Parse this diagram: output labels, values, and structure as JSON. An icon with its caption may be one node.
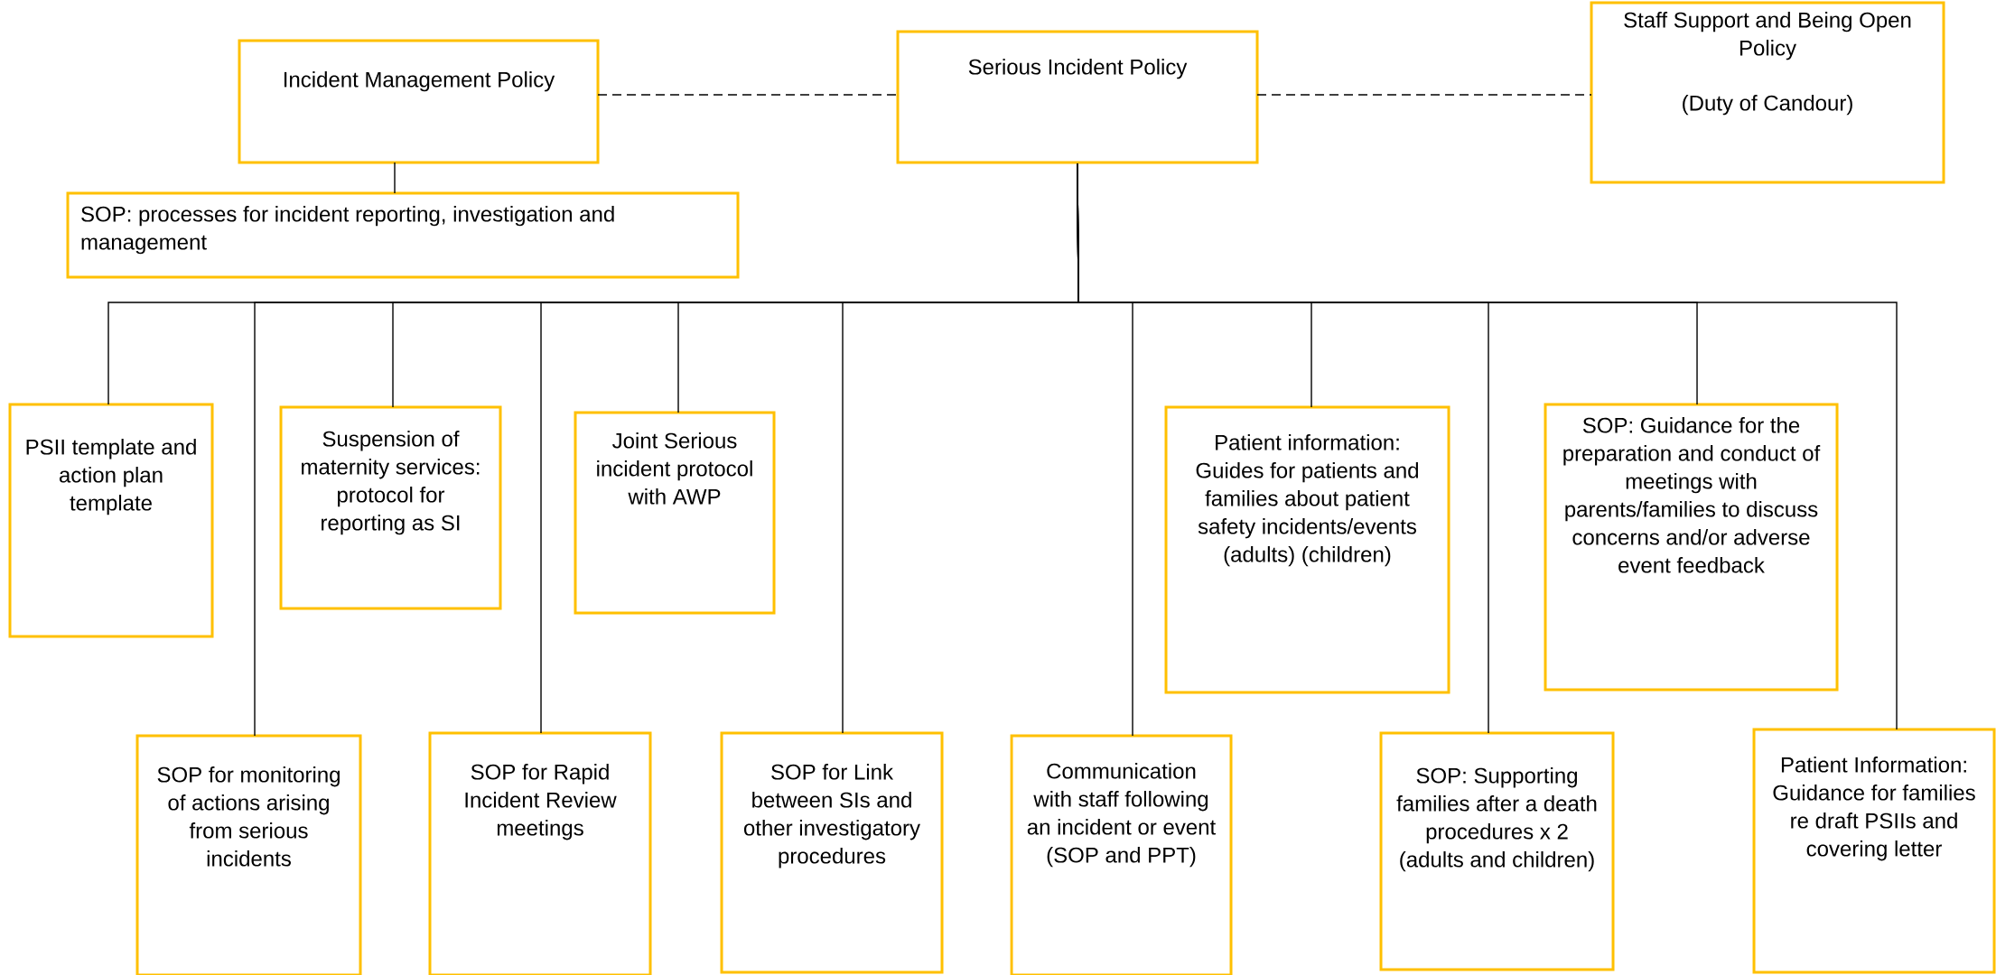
{
  "diagram": {
    "nodes": [
      {
        "text": [
          "Incident Management Policy"
        ]
      },
      {
        "text": [
          "Serious Incident Policy"
        ]
      },
      {
        "text": [
          "Staff Support and Being Open Policy",
          "(Duty of Candour)"
        ]
      },
      {
        "text": [
          "SOP: processes for incident reporting, investigation and management"
        ]
      },
      {
        "text": [
          "PSII template and action plan template"
        ]
      },
      {
        "text": [
          "Suspension of maternity services: protocol for reporting as SI"
        ]
      },
      {
        "text": [
          "Joint Serious incident protocol with AWP"
        ]
      },
      {
        "text": [
          "Patient information: Guides for patients and families about patient safety incidents/events (adults) (children)"
        ]
      },
      {
        "text": [
          "SOP: Guidance for the preparation and conduct of meetings with parents/families to discuss concerns and/or adverse event feedback"
        ]
      },
      {
        "text": [
          "SOP for monitoring of actions arising from serious incidents"
        ]
      },
      {
        "text": [
          "SOP for Rapid Incident Review meetings"
        ]
      },
      {
        "text": [
          "SOP for Link between SIs and other investigatory procedures"
        ]
      },
      {
        "text": [
          "Communication with staff following an incident or event (SOP and PPT)"
        ]
      },
      {
        "text": [
          "SOP: Supporting families after a death procedures x 2 (adults and children)"
        ]
      },
      {
        "text": [
          "Patient Information: Guidance for families re draft PSIIs and covering letter"
        ]
      }
    ],
    "edges": [
      {
        "from": 0,
        "to": 1,
        "arrow": "none",
        "style": "dashed"
      },
      {
        "from": 1,
        "to": 2,
        "arrow": "none",
        "style": "dashed"
      },
      {
        "from": 0,
        "to": 3,
        "arrow": "none"
      },
      {
        "from": 1,
        "to": 4,
        "arrow": "none"
      },
      {
        "from": 1,
        "to": 9,
        "arrow": "none"
      },
      {
        "from": 1,
        "to": 5,
        "arrow": "none"
      },
      {
        "from": 1,
        "to": 10,
        "arrow": "none"
      },
      {
        "from": 1,
        "to": 6,
        "arrow": "none"
      },
      {
        "from": 1,
        "to": 11,
        "arrow": "none"
      },
      {
        "from": 1,
        "to": 12,
        "arrow": "none"
      },
      {
        "from": 1,
        "to": 7,
        "arrow": "none"
      },
      {
        "from": 1,
        "to": 13,
        "arrow": "none"
      },
      {
        "from": 1,
        "to": 8,
        "arrow": "none"
      },
      {
        "from": 1,
        "to": 14,
        "arrow": "none"
      }
    ]
  }
}
